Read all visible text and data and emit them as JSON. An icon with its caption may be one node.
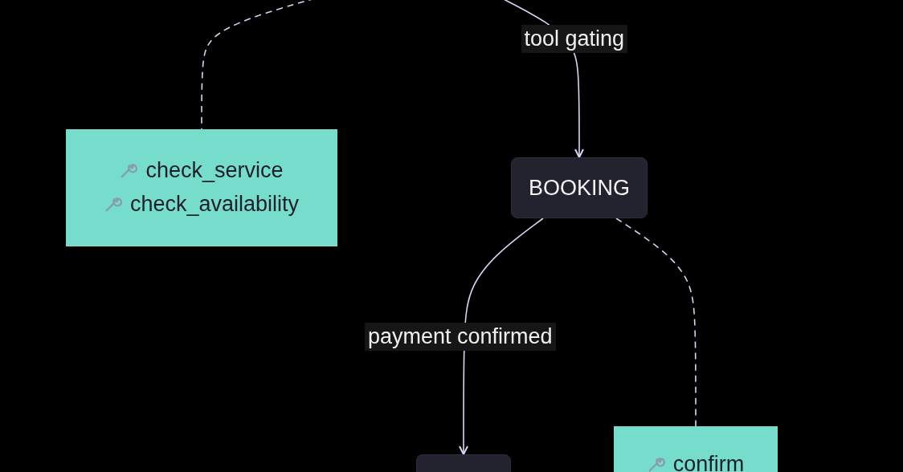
{
  "diagram": {
    "nodes": [
      {
        "text": [
          "check_service",
          "check_availability"
        ]
      },
      {
        "text": [
          "BOOKING"
        ]
      },
      {
        "text": [],
        "shape": "box"
      },
      {
        "text": [
          "confirm"
        ]
      }
    ],
    "edges": [
      {
        "from": null,
        "to": 0,
        "arrow": "none",
        "style": "dashed"
      },
      {
        "from": null,
        "to": 1,
        "arrow": "to",
        "label": "tool gating"
      },
      {
        "from": 1,
        "to": 2,
        "arrow": "to",
        "label": "payment confirmed"
      },
      {
        "from": 1,
        "to": 3,
        "arrow": "none",
        "style": "dashed"
      }
    ]
  }
}
